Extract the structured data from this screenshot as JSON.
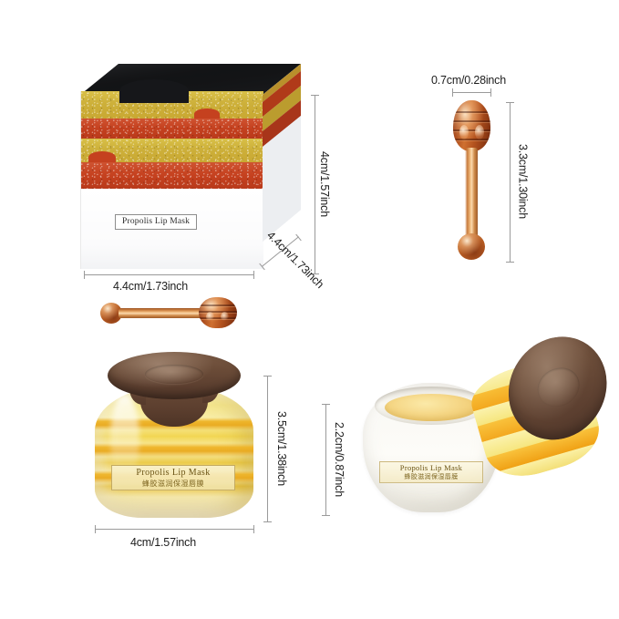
{
  "product": {
    "name_en": "Propolis Lip Mask",
    "name_cn": "蜂胶滋润保湿唇膜"
  },
  "box": {
    "label": "Propolis Lip Mask",
    "dim_height": "4cm/1.57inch",
    "dim_width": "4.4cm/1.73inch",
    "dim_depth": "4.4cm/1.73inch",
    "colors": {
      "top": "#111214",
      "gold_band": "#cdb03a",
      "red_band": "#c5411f",
      "white_body": "#fdfdfd"
    }
  },
  "dipper": {
    "dim_head_width": "0.7cm/0.28inch",
    "dim_length": "3.3cm/1.30inch",
    "colors": {
      "head": "#a94a1c",
      "shaft": "#e0a86a"
    }
  },
  "jar_closed": {
    "label_en": "Propolis Lip Mask",
    "label_cn": "蜂胶滋润保湿唇膜",
    "dim_height": "3.5cm/1.38inch",
    "dim_width": "4cm/1.57inch",
    "colors": {
      "lid": "#5d4030",
      "body": "#f7e98f",
      "stripe": "#eeb223"
    }
  },
  "jar_open": {
    "label_en": "Propolis Lip Mask",
    "label_cn": "蜂胶滋润保湿唇膜",
    "dim_height": "2.2cm/0.87inch",
    "colors": {
      "cream": "#f6d98a",
      "glass": "#f8f7f2",
      "lid_top": "#5e4131",
      "lid_stripe_light": "#f7e98d",
      "lid_stripe_dark": "#f3a81f"
    }
  },
  "background": "#ffffff"
}
